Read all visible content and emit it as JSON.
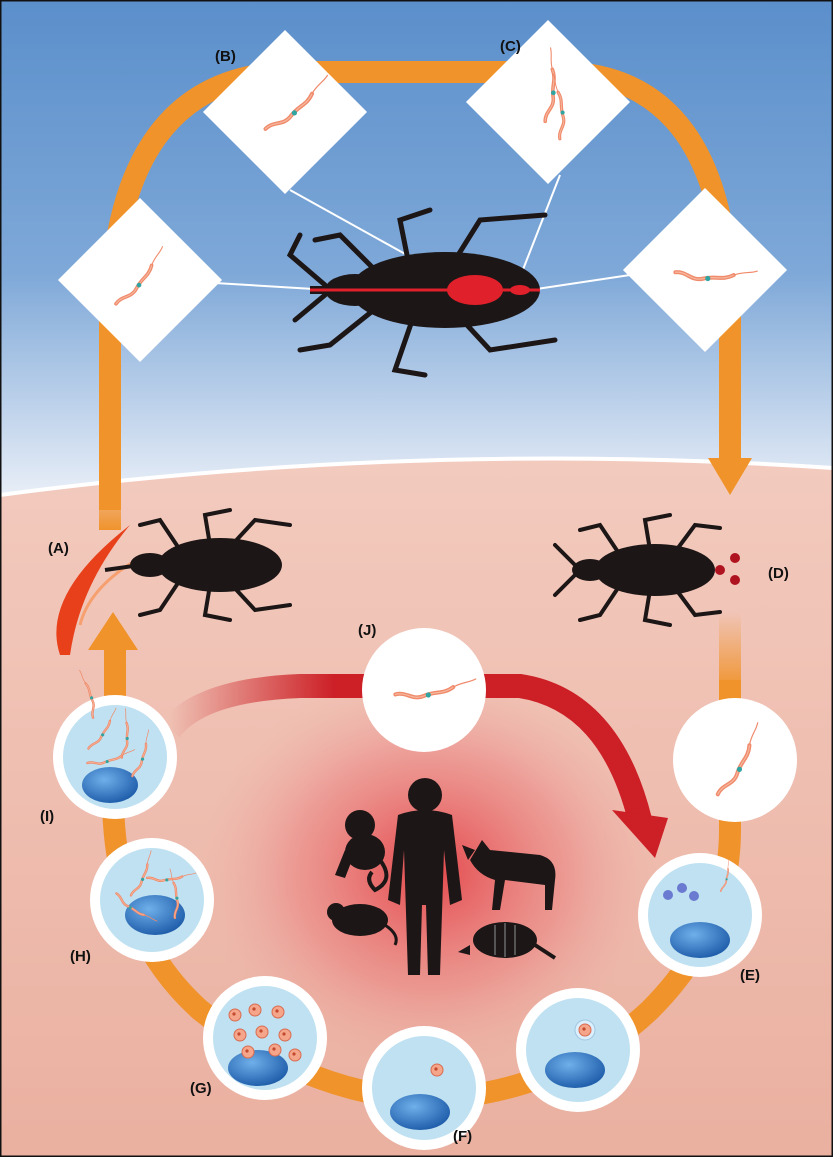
{
  "labels": {
    "a": "(A)",
    "b": "(B)",
    "c": "(C)",
    "d": "(D)",
    "e": "(E)",
    "f": "(F)",
    "g": "(G)",
    "h": "(H)",
    "i": "(I)",
    "j": "(J)"
  },
  "colors": {
    "sky_top": "#5b8fcb",
    "skin": "#f3c7b8",
    "orange_path": "#f0932b",
    "red_path": "#cc1f26",
    "bug_silhouette": "#1c1616",
    "bug_gut": "#e0202a",
    "cell_fill": "#bfe1f1",
    "nucleus": "#2a6fc0",
    "parasite": "#f08a6b"
  },
  "icons": [
    "triatomine-bug-large",
    "triatomine-bug-feeding",
    "triatomine-bug-defecating",
    "trypomastigote",
    "epimastigote",
    "amastigote",
    "host-cell",
    "human-silhouette",
    "monkey-silhouette",
    "dog-silhouette",
    "rat-silhouette",
    "armadillo-silhouette"
  ]
}
